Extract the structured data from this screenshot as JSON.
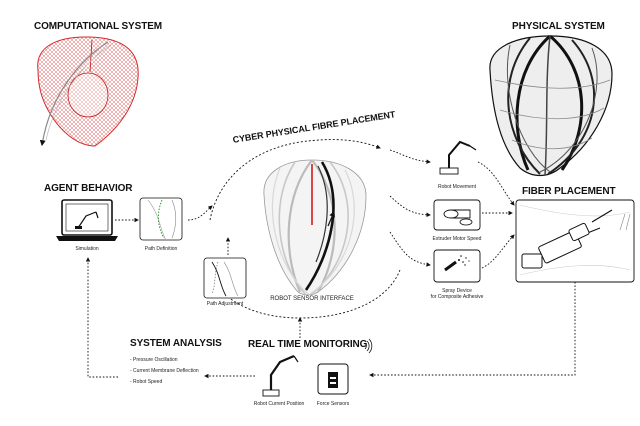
{
  "headings": {
    "computational_system": "COMPUTATIONAL SYSTEM",
    "physical_system": "PHYSICAL SYSTEM",
    "agent_behavior": "AGENT BEHAVIOR",
    "fiber_placement": "FIBER PLACEMENT",
    "system_analysis": "SYSTEM ANALYSIS",
    "real_time_monitoring": "REAL TIME MONITORING",
    "cyber_physical": "CYBER PHYSICAL FIBRE PLACEMENT"
  },
  "captions": {
    "simulation": "Simulation",
    "path_definition": "Path Definition",
    "path_adjustment": "Path Adjustment",
    "robot_sensor_interface": "ROBOT SENSOR INTERFACE",
    "robot_movement": "Robot Movement",
    "extruder_motor_speed": "Extruder Motor Speed",
    "spray_device_line1": "Spray Device",
    "spray_device_line2": "for Composite Adhesive",
    "robot_current_position": "Robot Current Position",
    "force_sensors": "Force Sensors"
  },
  "analysis_items": [
    "- Pressure Oscillation",
    "- Current Membrane Deflection",
    "- Robot Speed"
  ],
  "colors": {
    "computational_mesh": "#d42a2a",
    "fiber_red": "#d21a1a",
    "physical_dark": "#111111"
  }
}
